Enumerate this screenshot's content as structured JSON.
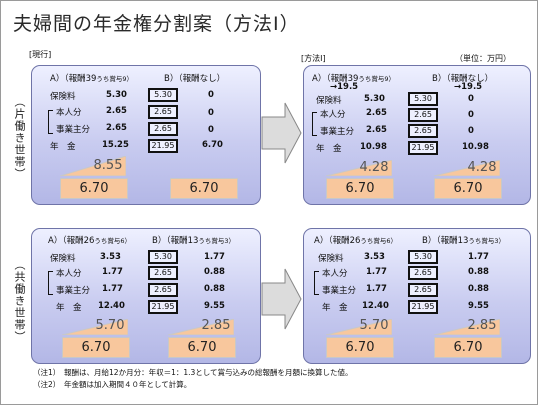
{
  "title": "夫婦間の年金権分割案（方法Ⅰ）",
  "header": {
    "left_label": "[現行]",
    "right_label": "[方法Ⅰ]",
    "unit_label": "（単位：万円）"
  },
  "groups": {
    "single": "（片働き世帯）",
    "dual": "（共働き世帯）"
  },
  "panels": {
    "single_current": {
      "colA_header": "A）（報酬39",
      "colA_sub": "うち賞与9）",
      "colB_header": "B）（報酬なし）",
      "arrowA": "",
      "arrowB": "",
      "row_insurance": "保険料",
      "row_self": "本人分",
      "row_employer": "事業主分",
      "row_pension": "年　金",
      "a_insurance": "5.30",
      "a_ins_box": "5.30",
      "b_insurance": "0",
      "a_self": "2.65",
      "a_self_box": "2.65",
      "b_self": "0",
      "a_employer": "2.65",
      "a_emp_box": "2.65",
      "b_employer": "0",
      "a_pension": "15.25",
      "a_pen_box": "21.95",
      "b_pension": "6.70",
      "wedge_a": "8.55",
      "wedge_b": "",
      "bar_a": "6.70",
      "bar_b": "6.70"
    },
    "single_method": {
      "colA_header": "A）（報酬39",
      "colA_sub": "うち賞与9）",
      "colB_header": "B）（報酬なし）",
      "arrowA": "→19.5",
      "arrowB": "→19.5",
      "row_insurance": "保険料",
      "row_self": "本人分",
      "row_employer": "事業主分",
      "row_pension": "年　金",
      "a_insurance": "5.30",
      "a_ins_box": "5.30",
      "b_insurance": "0",
      "a_self": "2.65",
      "a_self_box": "2.65",
      "b_self": "0",
      "a_employer": "2.65",
      "a_emp_box": "2.65",
      "b_employer": "0",
      "a_pension": "10.98",
      "a_pen_box": "21.95",
      "b_pension": "10.98",
      "wedge_a": "4.28",
      "wedge_b": "4.28",
      "bar_a": "6.70",
      "bar_b": "6.70"
    },
    "dual_current": {
      "colA_header": "A）（報酬26",
      "colA_sub": "うち賞与6）",
      "colB_header": "B）（報酬13",
      "colB_sub": "うち賞与3）",
      "row_insurance": "保険料",
      "row_self": "本人分",
      "row_employer": "事業主分",
      "row_pension": "年　金",
      "a_insurance": "3.53",
      "b_ins_box": "5.30",
      "b_insurance": "1.77",
      "a_self": "1.77",
      "b_self_box": "2.65",
      "b_self": "0.88",
      "a_employer": "1.77",
      "b_emp_box": "2.65",
      "b_employer": "0.88",
      "a_pension": "12.40",
      "b_pen_box": "21.95",
      "b_pension": "9.55",
      "wedge_a": "5.70",
      "wedge_b": "2.85",
      "bar_a": "6.70",
      "bar_b": "6.70"
    },
    "dual_method": {
      "colA_header": "A）（報酬26",
      "colA_sub": "うち賞与6）",
      "colB_header": "B）（報酬13",
      "colB_sub": "うち賞与3）",
      "row_insurance": "保険料",
      "row_self": "本人分",
      "row_employer": "事業主分",
      "row_pension": "年　金",
      "a_insurance": "3.53",
      "b_ins_box": "5.30",
      "b_insurance": "1.77",
      "a_self": "1.77",
      "b_self_box": "2.65",
      "b_self": "0.88",
      "a_employer": "1.77",
      "b_emp_box": "2.65",
      "b_employer": "0.88",
      "a_pension": "12.40",
      "b_pen_box": "21.95",
      "b_pension": "9.55",
      "wedge_a": "5.70",
      "wedge_b": "2.85",
      "bar_a": "6.70",
      "bar_b": "6.70"
    }
  },
  "notes": [
    "（注1）　報酬は、月給12か月分：年収＝1：1.3として賞与込みの総報酬を月額に換算した値。",
    "（注2）　年金額は加入期間４０年として計算。"
  ],
  "colors": {
    "panel": "#c9ccf0",
    "bar": "#f8c79d",
    "arrow": "#dcdcdc"
  }
}
